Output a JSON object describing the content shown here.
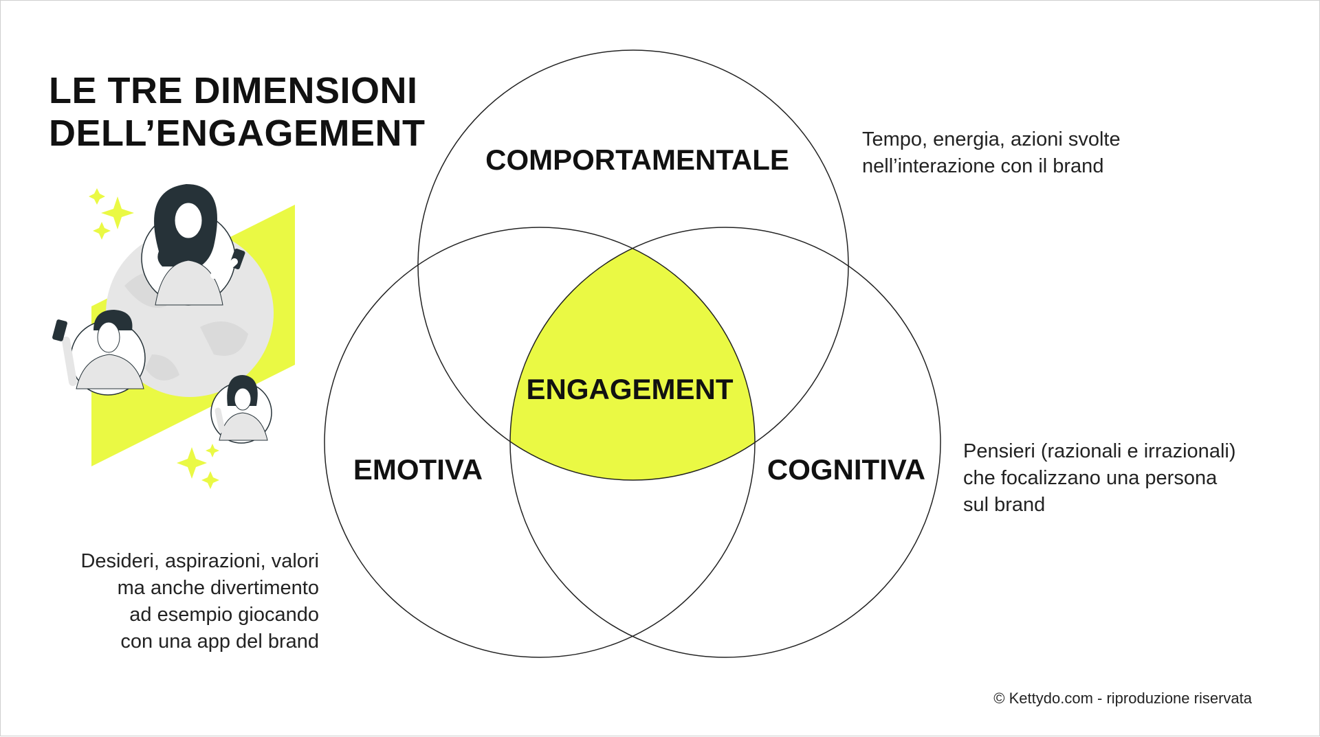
{
  "title_line1": "LE TRE DIMENSIONI",
  "title_line2": "DELL’ENGAGEMENT",
  "colors": {
    "accent": "#EAF944",
    "circle_stroke": "#222222",
    "illustration_gray": "#E6E6E6",
    "hair": "#263238"
  },
  "diagram": {
    "top_circle_label": "COMPORTAMENTALE",
    "left_circle_label": "EMOTIVA",
    "right_circle_label": "COGNITIVA",
    "center_label": "ENGAGEMENT"
  },
  "descriptions": {
    "behavioral": "Tempo, energia, azioni svolte\nnell’interazione con il brand",
    "cognitive": "Pensieri (razionali e irrazionali)\nche focalizzano una persona\nsul brand",
    "emotional": "Desideri, aspirazioni, valori\nma anche divertimento\nad esempio giocando\ncon una app del brand"
  },
  "copyright": "© Kettydo.com - riproduzione riservata",
  "icons": {
    "illustration": "people-with-smartphones-illustration",
    "sparkles": "sparkle-icon"
  }
}
